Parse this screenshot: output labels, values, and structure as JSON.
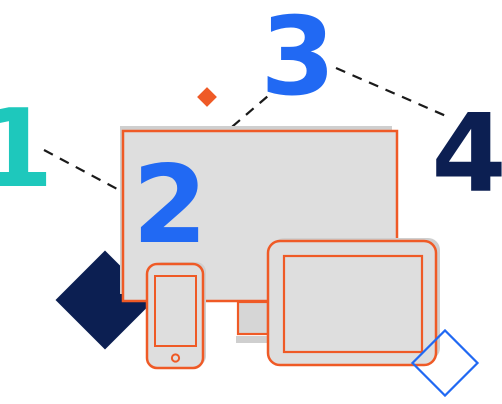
{
  "steps": {
    "one": {
      "label": "1",
      "color": "#1ec8bc"
    },
    "two": {
      "label": "2",
      "color": "#2169f3"
    },
    "three": {
      "label": "3",
      "color": "#2169f3"
    },
    "four": {
      "label": "4",
      "color": "#0c1f52"
    }
  },
  "colors": {
    "outline": "#ef5a26",
    "screen_fill": "#dedede",
    "shadow": "#cfcfcf",
    "dash": "#1a1a1a",
    "navy_diamond": "#0c1f52",
    "blue_diamond_outline": "#2169f3",
    "small_diamond": "#ef5a26"
  },
  "icons": [
    "monitor-icon",
    "tablet-icon",
    "phone-icon"
  ]
}
